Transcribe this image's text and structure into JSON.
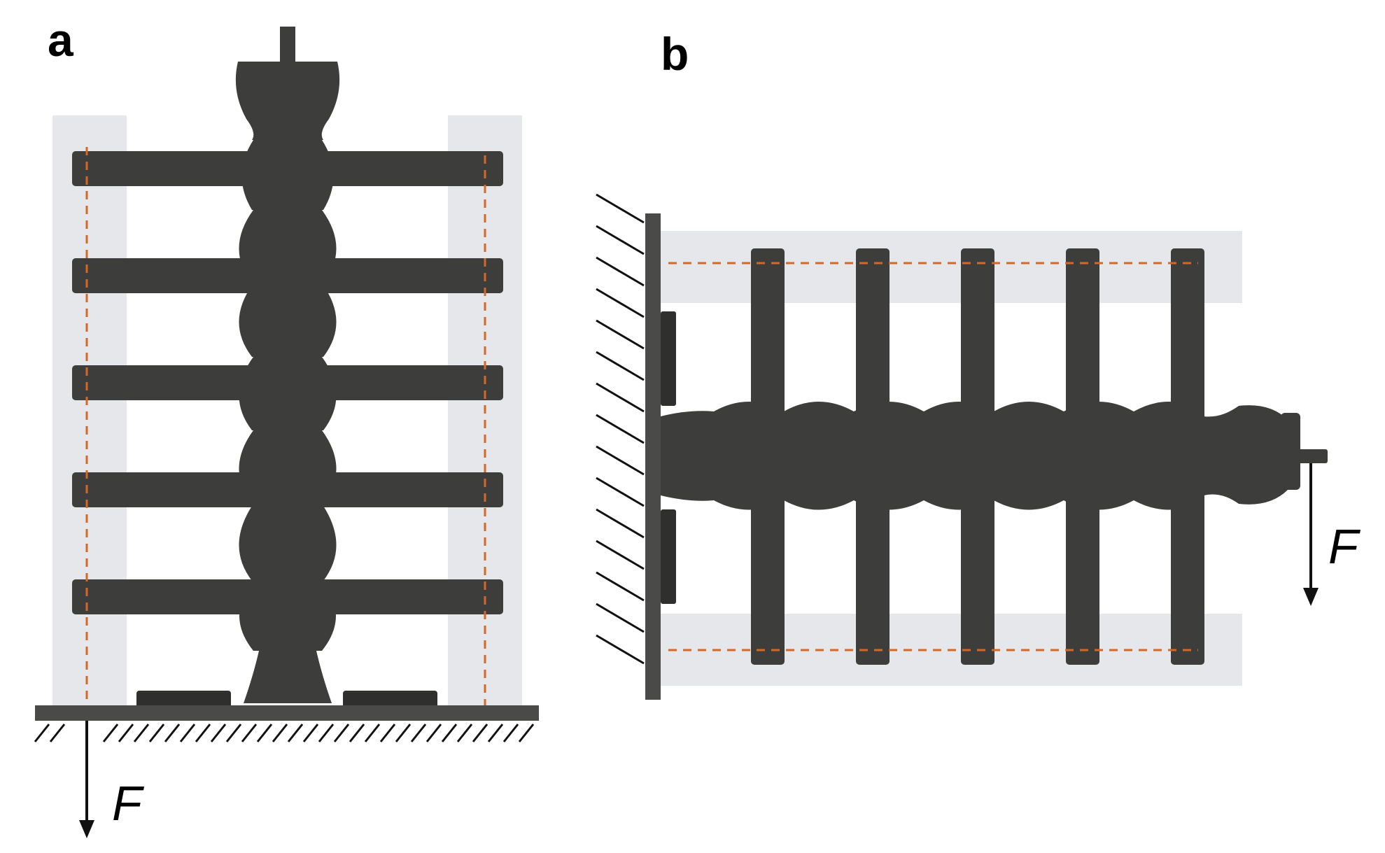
{
  "panels": [
    {
      "id": "a",
      "label": "a",
      "force_label": "F"
    },
    {
      "id": "b",
      "label": "b",
      "force_label": "F"
    }
  ],
  "colors": {
    "mechanism": "#3d3d3b",
    "guide_band": "#e6e7ea",
    "dashed_guide": "#d2682a",
    "arrow": "#111111"
  },
  "icons": {
    "ground": "hatched-ground-icon",
    "wall": "hatched-wall-icon",
    "force": "force-arrow-icon"
  }
}
